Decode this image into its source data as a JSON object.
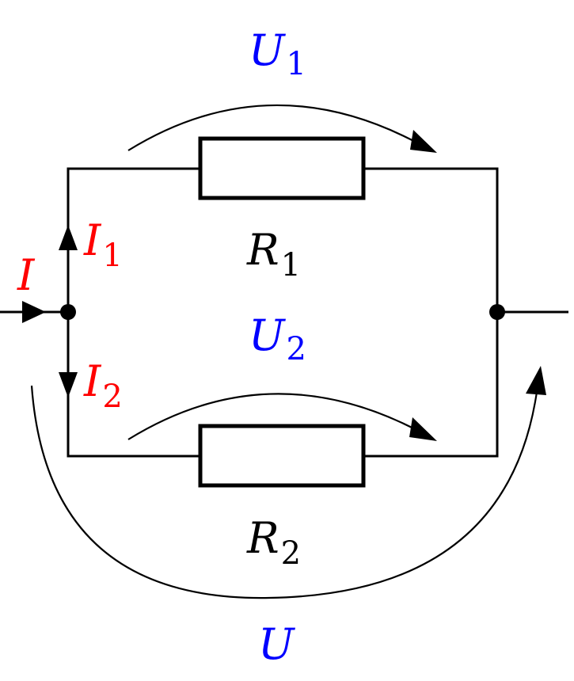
{
  "colors": {
    "current": "#ff0000",
    "voltage": "#0000ff",
    "component": "#000000"
  },
  "labels": {
    "U1": {
      "main": "U",
      "sub": "1"
    },
    "U2": {
      "main": "U",
      "sub": "2"
    },
    "U": {
      "main": "U",
      "sub": ""
    },
    "I": {
      "main": "I",
      "sub": ""
    },
    "I1": {
      "main": "I",
      "sub": "1"
    },
    "I2": {
      "main": "I",
      "sub": "2"
    },
    "R1": {
      "main": "R",
      "sub": "1"
    },
    "R2": {
      "main": "R",
      "sub": "2"
    }
  }
}
